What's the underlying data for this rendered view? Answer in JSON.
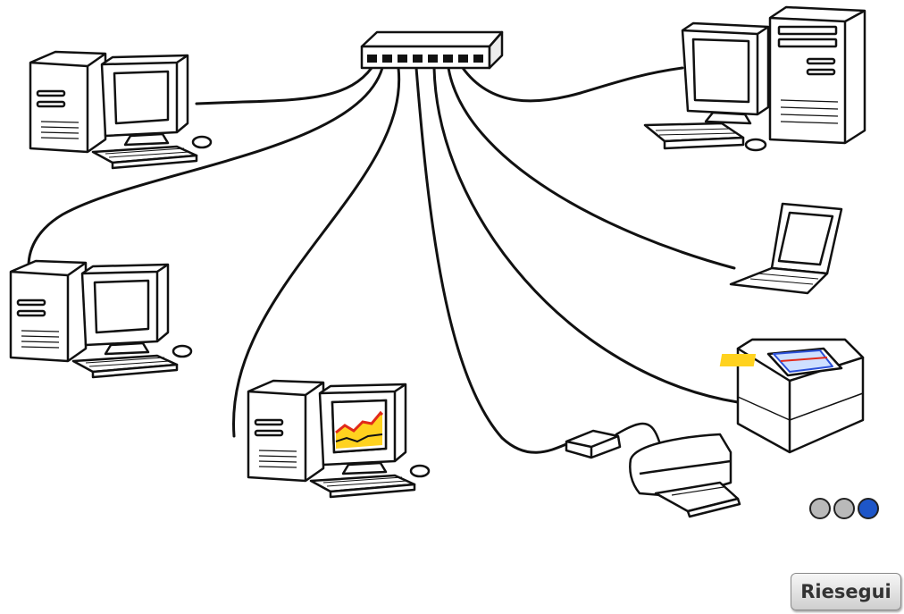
{
  "colors": {
    "ink": "#111111",
    "paper": "#ffffff",
    "dot_inactive": "#b9b9b9",
    "dot_active": "#1e56c8",
    "screen_chart_fill": "#ffd21f",
    "screen_chart_line": "#e12a1a",
    "printout_blue": "#2b50d8"
  },
  "pager": {
    "count": 3,
    "active_index": 2
  },
  "controls": {
    "replay_label": "Riesegui"
  }
}
